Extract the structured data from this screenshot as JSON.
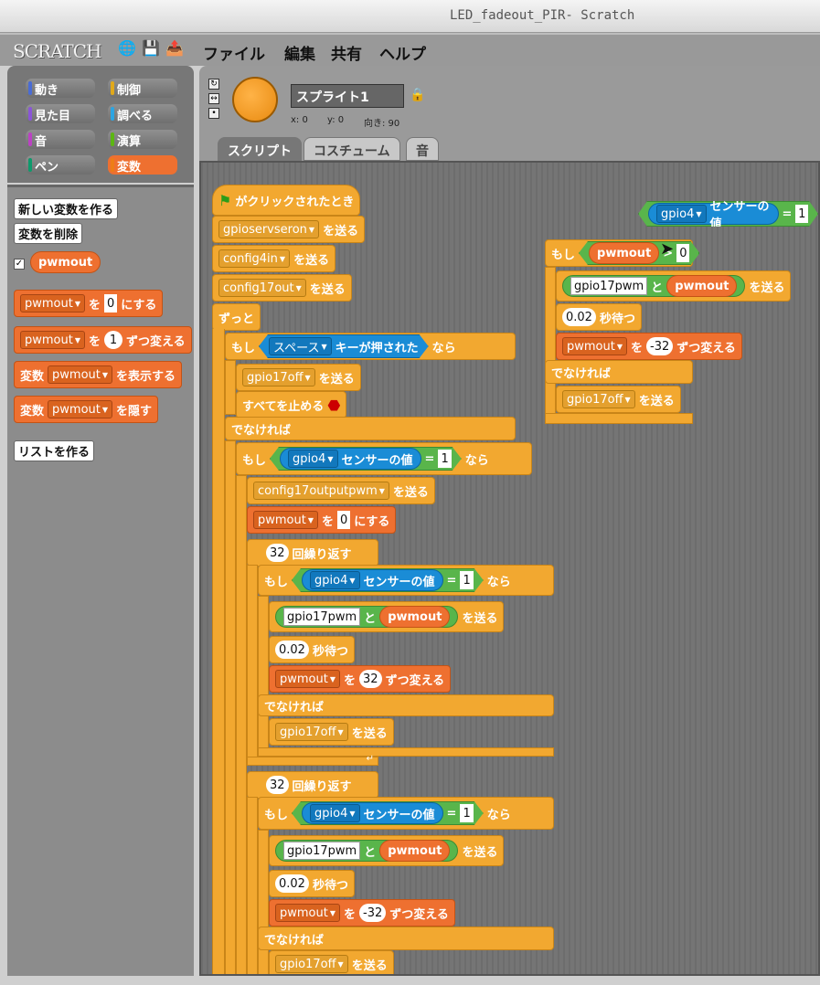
{
  "window": {
    "title": "LED_fadeout_PIR- Scratch"
  },
  "menu": {
    "logo": "SCRATCH",
    "items": [
      "ファイル",
      "編集",
      "共有",
      "ヘルプ"
    ]
  },
  "categories": [
    {
      "label": "動き",
      "color": "#4a6cd4"
    },
    {
      "label": "制御",
      "color": "#e1a91a"
    },
    {
      "label": "見た目",
      "color": "#8a55d7"
    },
    {
      "label": "調べる",
      "color": "#2ca5e2"
    },
    {
      "label": "音",
      "color": "#bb42c3"
    },
    {
      "label": "演算",
      "color": "#5cb712"
    },
    {
      "label": "ペン",
      "color": "#0e9a6c"
    },
    {
      "label": "変数",
      "color": "#ee7d16"
    }
  ],
  "palette": {
    "make_var": "新しい変数を作る",
    "delete_var": "変数を削除",
    "var_name": "pwmout",
    "set_to": "を",
    "set_val": "0",
    "set_suffix": "にする",
    "change_by": "を",
    "change_val": "1",
    "change_suffix": "ずつ変える",
    "show_prefix": "変数",
    "show_suffix": "を表示する",
    "hide_prefix": "変数",
    "hide_suffix": "を隠す",
    "make_list": "リストを作る"
  },
  "sprite": {
    "name": "スプライト1",
    "x": "x: 0",
    "y": "y: 0",
    "dir": "向き: 90"
  },
  "tabs": [
    "スクリプト",
    "コスチューム",
    "音"
  ],
  "s": {
    "flag_hat": "がクリックされたとき",
    "send": "を送る",
    "forever": "ずっと",
    "if": "もし",
    "then": "なら",
    "else": "でなければ",
    "key_space": "スペース",
    "key_pressed": "キーが押された",
    "stop_all": "すべてを止める",
    "sensor": "センサーの値",
    "gpio4": "gpio4",
    "eq": "=",
    "one": "1",
    "wait": "秒待つ",
    "wait_val": "0.02",
    "repeat": "回繰り返す",
    "repeat_val": "32",
    "join": "と",
    "to": "を",
    "set": "にする",
    "change": "ずつ変える",
    "m_servseron": "gpioservseron",
    "m_config4in": "config4in",
    "m_config17out": "config17out",
    "m_gpio17off": "gpio17off",
    "m_config17pwm": "config17outputpwm",
    "m_gpio17pwm": "gpio17pwm",
    "pwmout": "pwmout",
    "zero": "0",
    "v32": "32",
    "vm32": "-32",
    "gt": ">"
  }
}
